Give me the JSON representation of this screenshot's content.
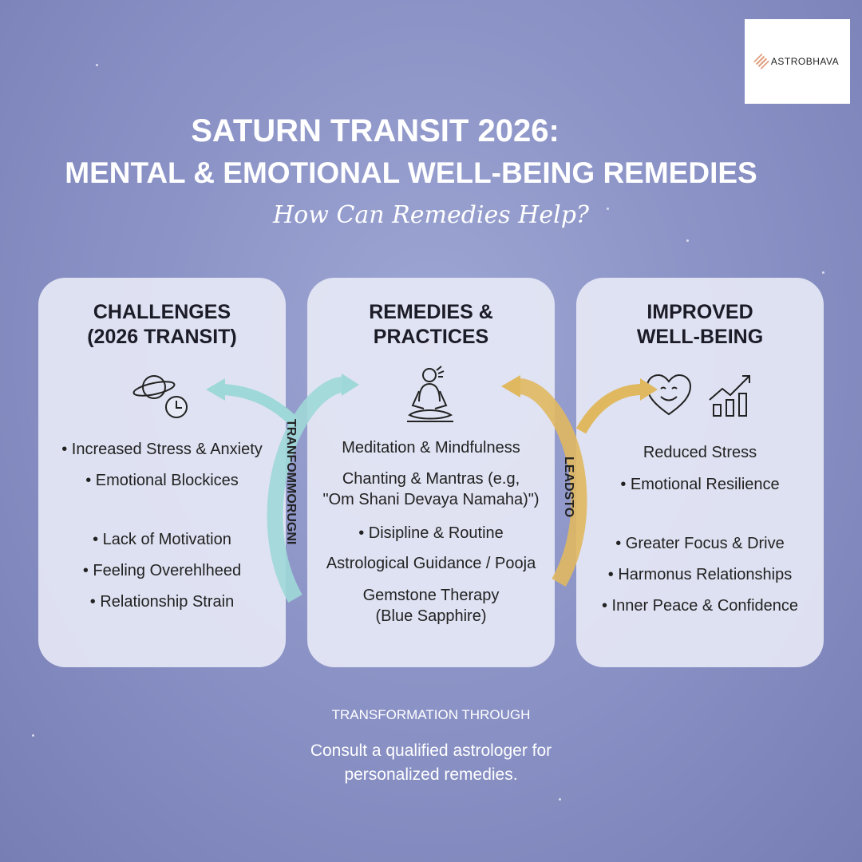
{
  "logo": {
    "text": "ASTROBHAVA"
  },
  "title": {
    "line1": "SATURN TRANSIT 2026:",
    "line2": "MENTAL & EMOTIONAL WELL-BEING REMEDIES",
    "subtitle": "How Can Remedies Help?"
  },
  "cards": [
    {
      "title1": "CHALLENGES",
      "title2": "(2026 TRANSIT)",
      "items": [
        "• Increased Stress & Anxiety",
        "• Emotional Blockices",
        "• Lack of Motivation",
        "• Feeling Overehlheed",
        "• Relationship Strain"
      ]
    },
    {
      "title1": "REMEDIES &",
      "title2": "PRACTICES",
      "items": [
        "Meditation & Mindfulness",
        "Chanting & Mantras (e.g,",
        "\"Om Shani Devaya Namaha)\")",
        "• Disipline & Routine",
        "Astrological Guidance / Pooja",
        "Gemstone Therapy",
        "(Blue Sapphire)"
      ]
    },
    {
      "title1": "IMPROVED",
      "title2": "WELL-BEING",
      "items": [
        "Reduced Stress",
        "• Emotional Resilience",
        "• Greater Focus & Drive",
        "• Harmonus Relationships",
        "• Inner Peace & Confidence"
      ]
    }
  ],
  "arrows": {
    "left_label": "TRANFOMMORUGNI",
    "right_label": "LEADSTO",
    "left_color": "#9fd8d8",
    "right_color": "#e0b860"
  },
  "footer": {
    "caption": "TRANSFORMATION THROUGH",
    "line1": "Consult a qualified astrologer for",
    "line2": "personalized remedies."
  }
}
